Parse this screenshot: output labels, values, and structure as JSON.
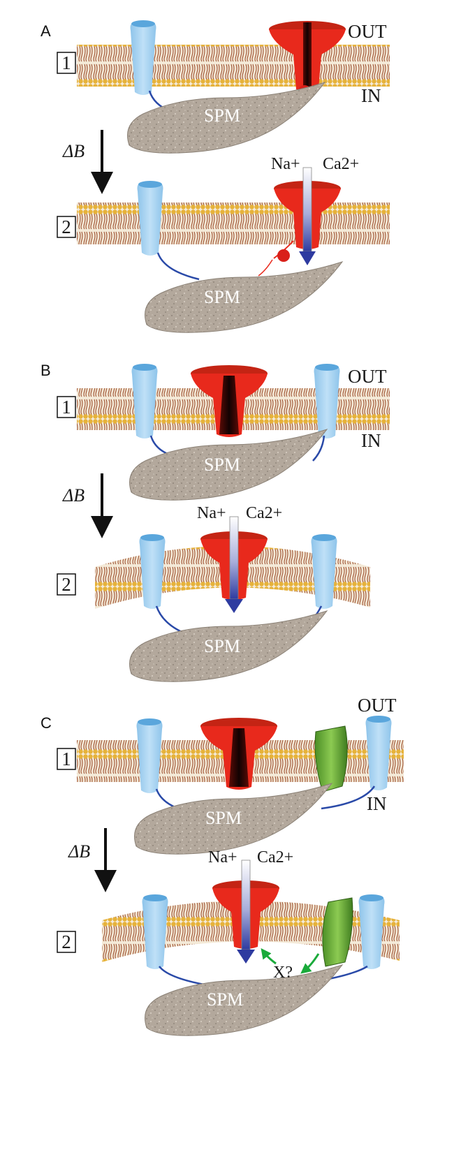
{
  "colors": {
    "membrane": "#a35a3a",
    "lipid_head": "#e6b23a",
    "anchor_protein": "#a9d3f0",
    "channel": "#e8291c",
    "spm": "#b5aa9e",
    "tether": "#2a4aa8",
    "ion_arrow": "#2e3ba0",
    "green_protein": "#6fb03a",
    "green_arrow": "#1aaa3a"
  },
  "panels": [
    {
      "letter": "A",
      "side_out": "OUT",
      "side_in": "IN",
      "step1": "1",
      "step2": "2",
      "delta_b": "ΔB",
      "spm_label": "SPM",
      "ion_na": "Na+",
      "ion_ca": "Ca2+"
    },
    {
      "letter": "B",
      "side_out": "OUT",
      "side_in": "IN",
      "step1": "1",
      "step2": "2",
      "delta_b": "ΔB",
      "spm_label": "SPM",
      "ion_na": "Na+",
      "ion_ca": "Ca2+"
    },
    {
      "letter": "C",
      "side_out": "OUT",
      "side_in": "IN",
      "step1": "1",
      "step2": "2",
      "delta_b": "ΔB",
      "spm_label": "SPM",
      "ion_na": "Na+",
      "ion_ca": "Ca2+",
      "unknown_link": "X?"
    }
  ]
}
